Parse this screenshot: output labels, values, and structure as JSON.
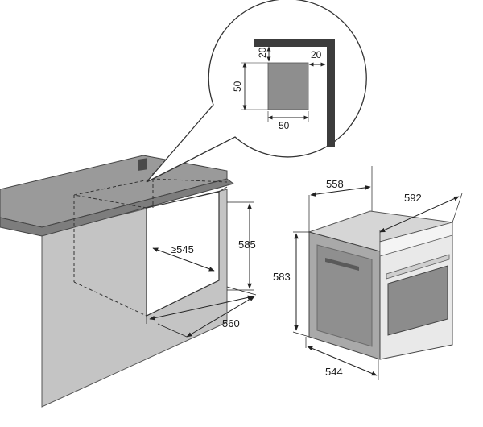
{
  "detail": {
    "corner_gap_top": "20",
    "corner_gap_side": "20",
    "cutout_height": "50",
    "cutout_width": "50"
  },
  "cabinet": {
    "depth_min": "≥545",
    "height": "585",
    "width": "560"
  },
  "oven": {
    "depth_body": "558",
    "width_front": "592",
    "height": "583",
    "depth_bottom": "544"
  },
  "colors": {
    "counter_top": "#9a9a9a",
    "counter_side": "#7d7d7d",
    "cabinet_side": "#c4c4c4",
    "oven_body": "#a9a9a9",
    "oven_front": "#e9e9e9",
    "oven_window": "#8c8c8c",
    "line": "#222222"
  }
}
